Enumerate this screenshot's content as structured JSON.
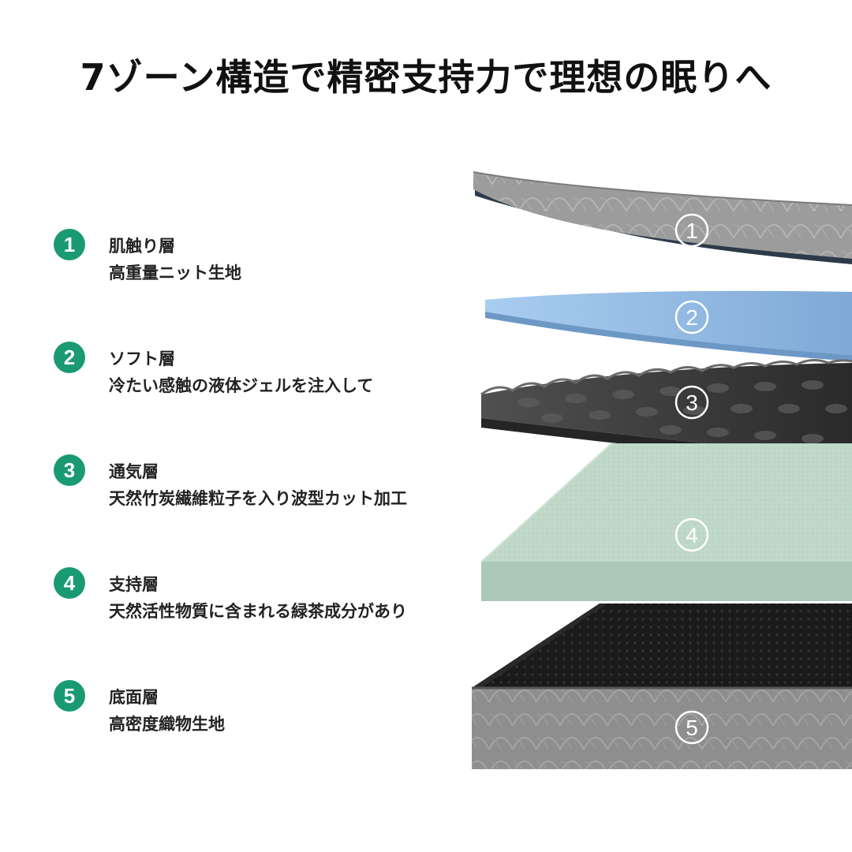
{
  "title": "7ゾーン構造で精密支持力で理想の眠りへ",
  "layers": [
    {
      "number": "1",
      "name": "肌触り層",
      "description": "高重量ニット生地",
      "marker": "1"
    },
    {
      "number": "2",
      "name": "ソフト層",
      "description": "冷たい感触の液体ジェルを注入して",
      "marker": "2"
    },
    {
      "number": "3",
      "name": "通気層",
      "description": "天然竹炭繊維粒子を入り波型カット加工",
      "marker": "3"
    },
    {
      "number": "4",
      "name": "支持層",
      "description": "天然活性物質に含まれる緑茶成分があり",
      "marker": "4"
    },
    {
      "number": "5",
      "name": "底面層",
      "description": "高密度織物生地",
      "marker": "5"
    }
  ],
  "colors": {
    "badge": "#1a9a72",
    "knit": "#8e8e8e",
    "gel": "#8fb8e0",
    "charcoal": "#3a3a3a",
    "greentea": "#bfd8c8",
    "base": "#1a1a1a"
  }
}
